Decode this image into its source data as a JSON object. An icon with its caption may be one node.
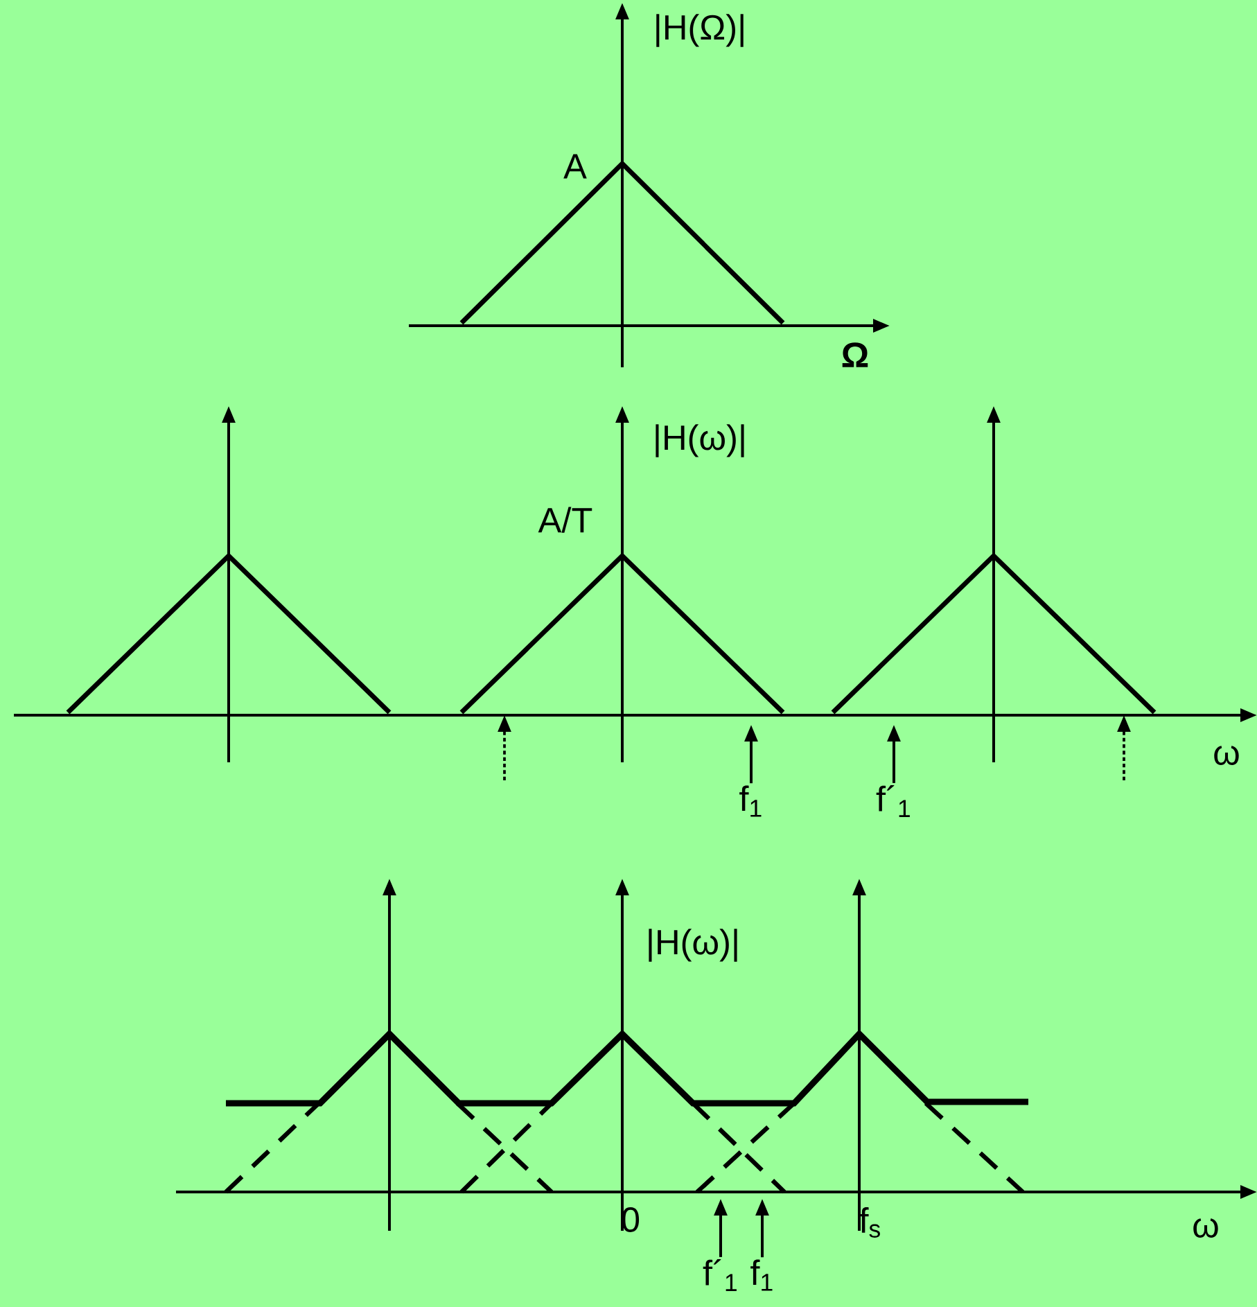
{
  "diagram": {
    "nodes": [
      {
        "text": [
          "f$_{1}$"
        ]
      },
      {
        "text": [
          "f´$_{1}$"
        ]
      },
      {
        "text": [
          "f´$_{1}$"
        ]
      },
      {
        "text": [
          "f$_{1}$"
        ]
      }
    ],
    "edges": [
      {
        "from": 0,
        "to": null,
        "arrow": "to"
      },
      {
        "from": 1,
        "to": null,
        "arrow": "to"
      },
      {
        "from": 2,
        "to": null,
        "arrow": "to"
      },
      {
        "from": 3,
        "to": null,
        "arrow": "to"
      }
    ],
    "labels": [
      "|H(Ω)|",
      "A",
      "Ω",
      "|H(ω)|",
      "A/T",
      "ω",
      "|H(ω)|",
      "0",
      "f$_{s}$",
      "ω"
    ]
  }
}
